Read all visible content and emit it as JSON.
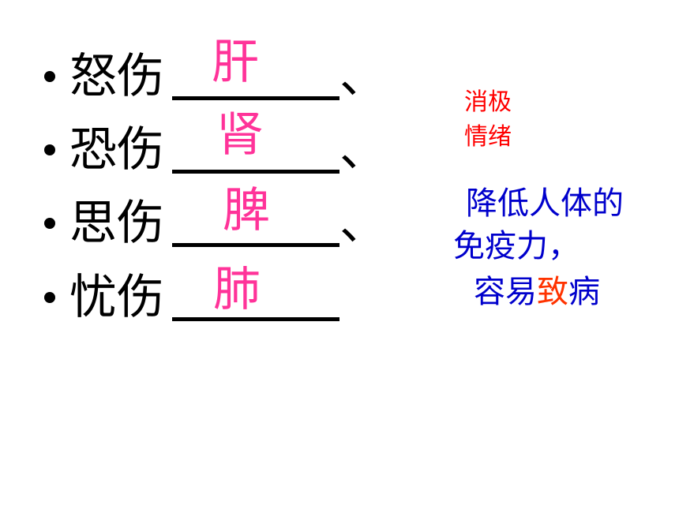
{
  "colors": {
    "text": "#000000",
    "answer": "#ff3399",
    "red_note": "#ff0000",
    "blue_note": "#0000cc",
    "emphasis": "#ff3300"
  },
  "bullets": [
    {
      "label": "怒伤",
      "answer": "肝",
      "separator": "、"
    },
    {
      "label": "恐伤",
      "answer": "肾",
      "separator": "、"
    },
    {
      "label": "思伤",
      "answer": "脾",
      "separator": "、"
    },
    {
      "label": "忧伤",
      "answer": "肺",
      "separator": ""
    }
  ],
  "side_note_red": [
    "消极",
    "情绪"
  ],
  "side_note_blue": {
    "line1": "降低人体的",
    "line2": "免疫力，",
    "line3_pre": "容易",
    "line3_emph": "致",
    "line3_post": "病"
  }
}
